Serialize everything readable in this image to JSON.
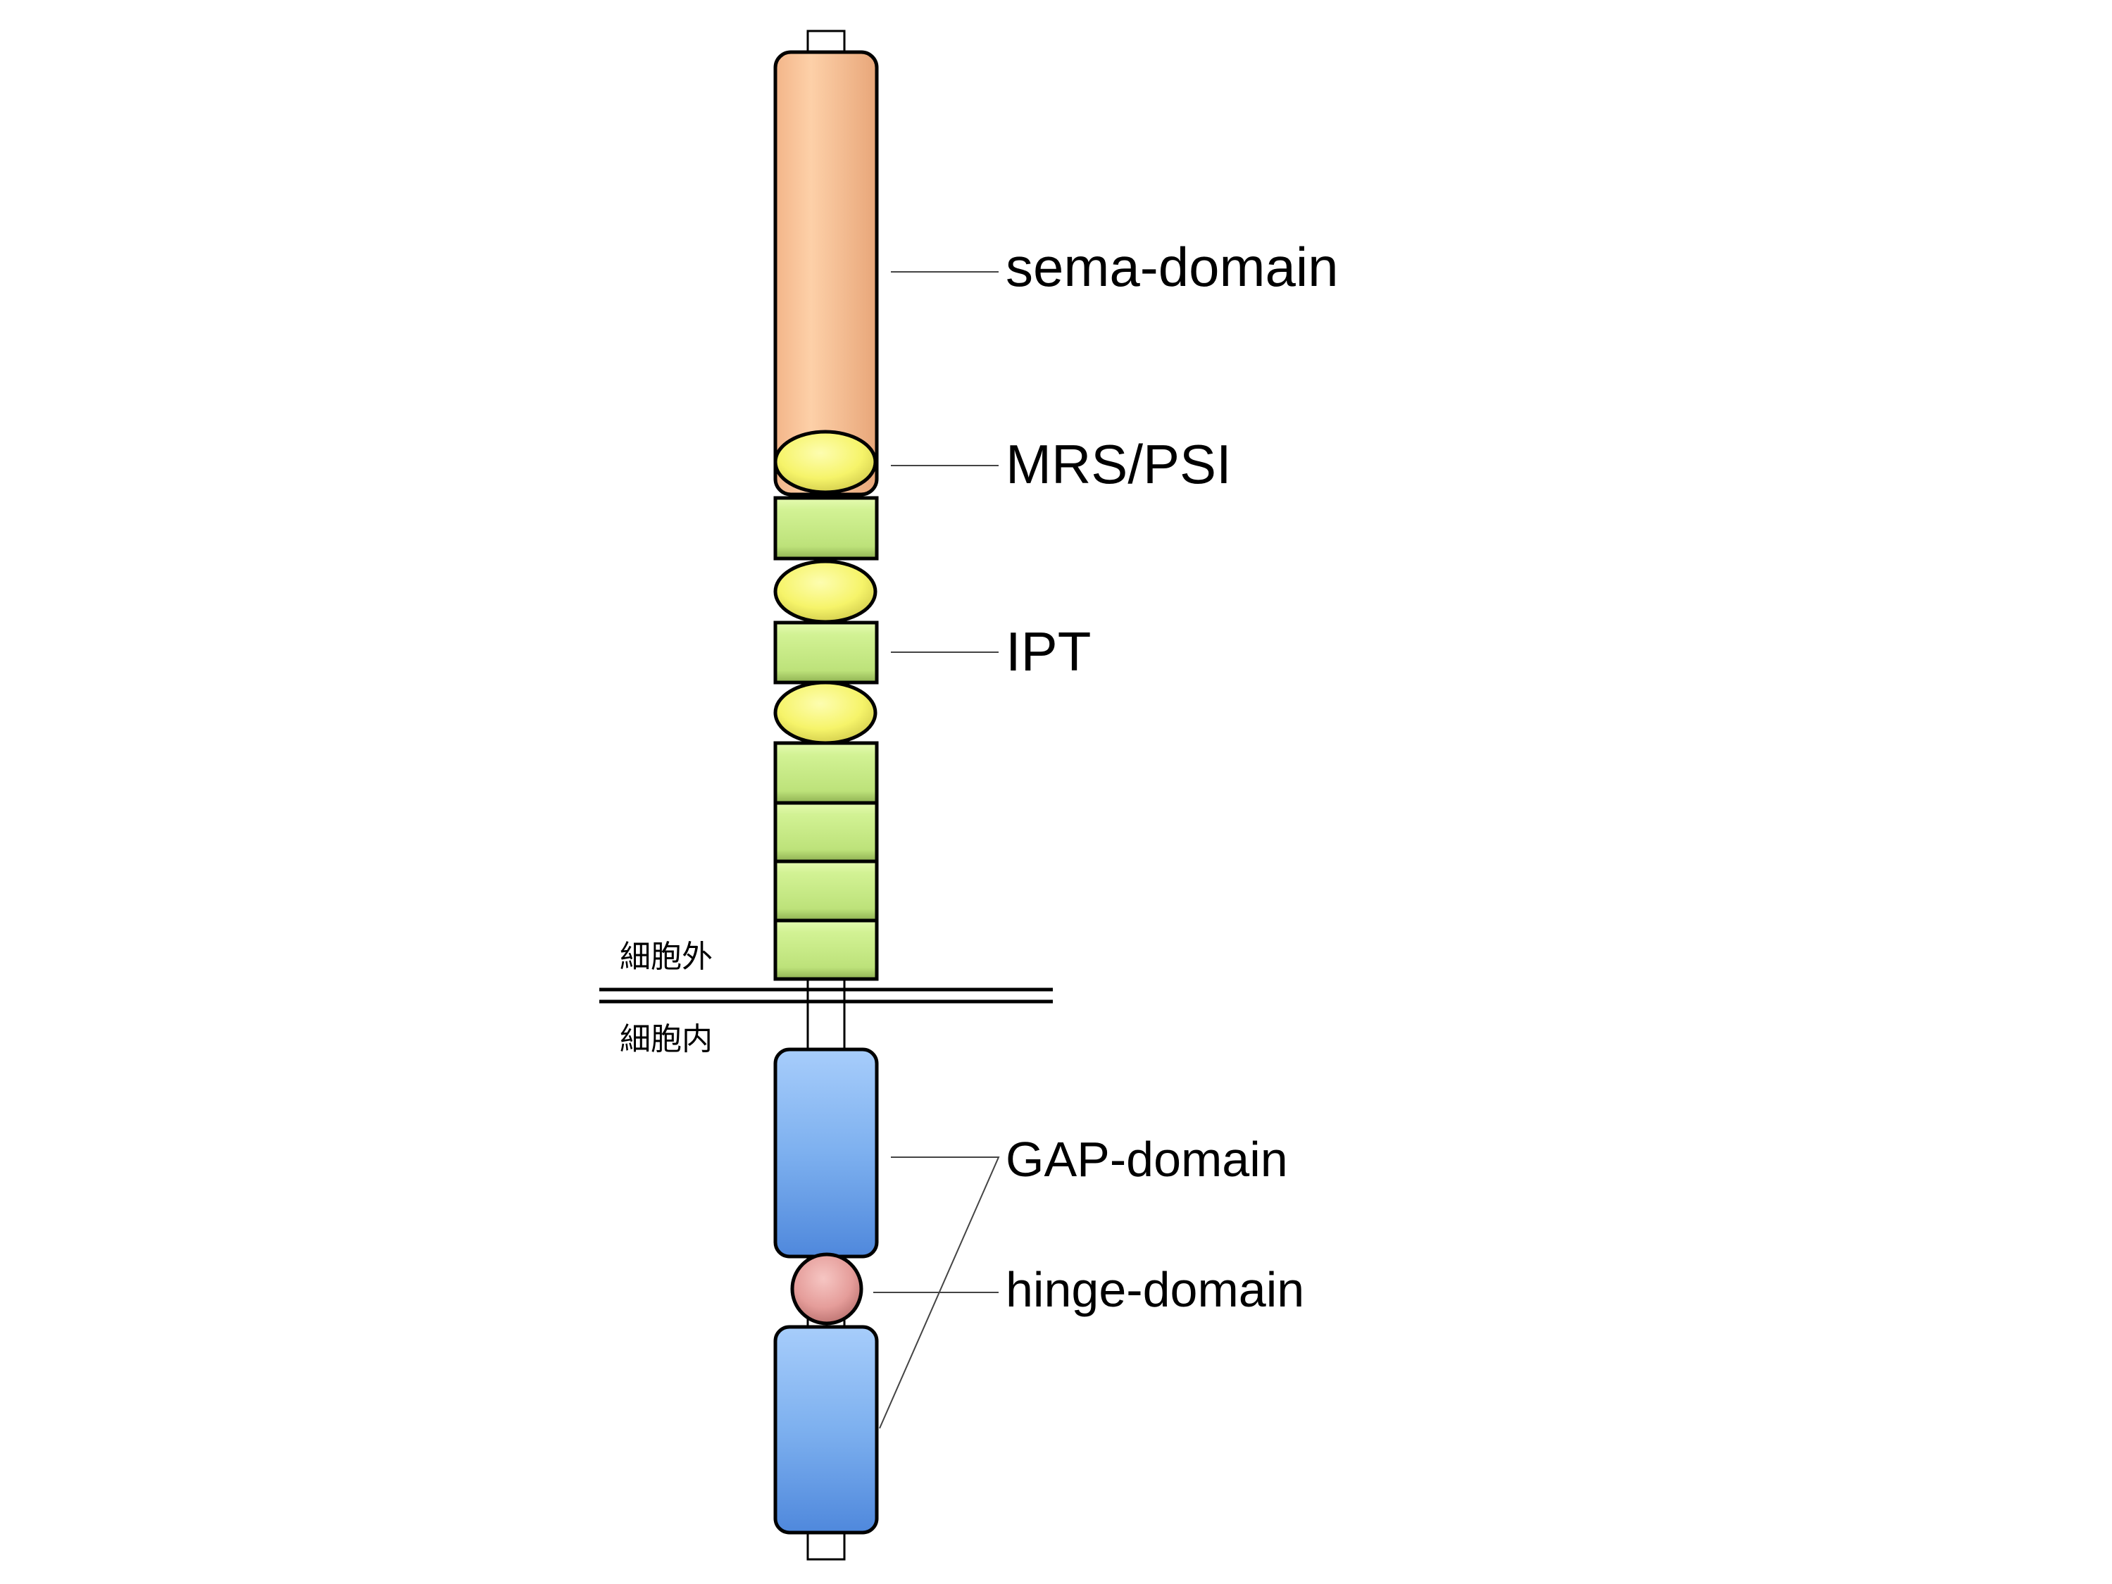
{
  "labels": {
    "sema": "sema-domain",
    "mrs_psi": "MRS/PSI",
    "ipt": "IPT",
    "gap": "GAP-domain",
    "hinge": "hinge-domain",
    "extracellular": "細胞外",
    "intracellular": "細胞内"
  },
  "colors": {
    "sema": "#fbc79c",
    "mrs_psi": "#f6f27a",
    "ipt": "#bfe57e",
    "gap": "#6ea6ec",
    "hinge": "#e49a98"
  }
}
